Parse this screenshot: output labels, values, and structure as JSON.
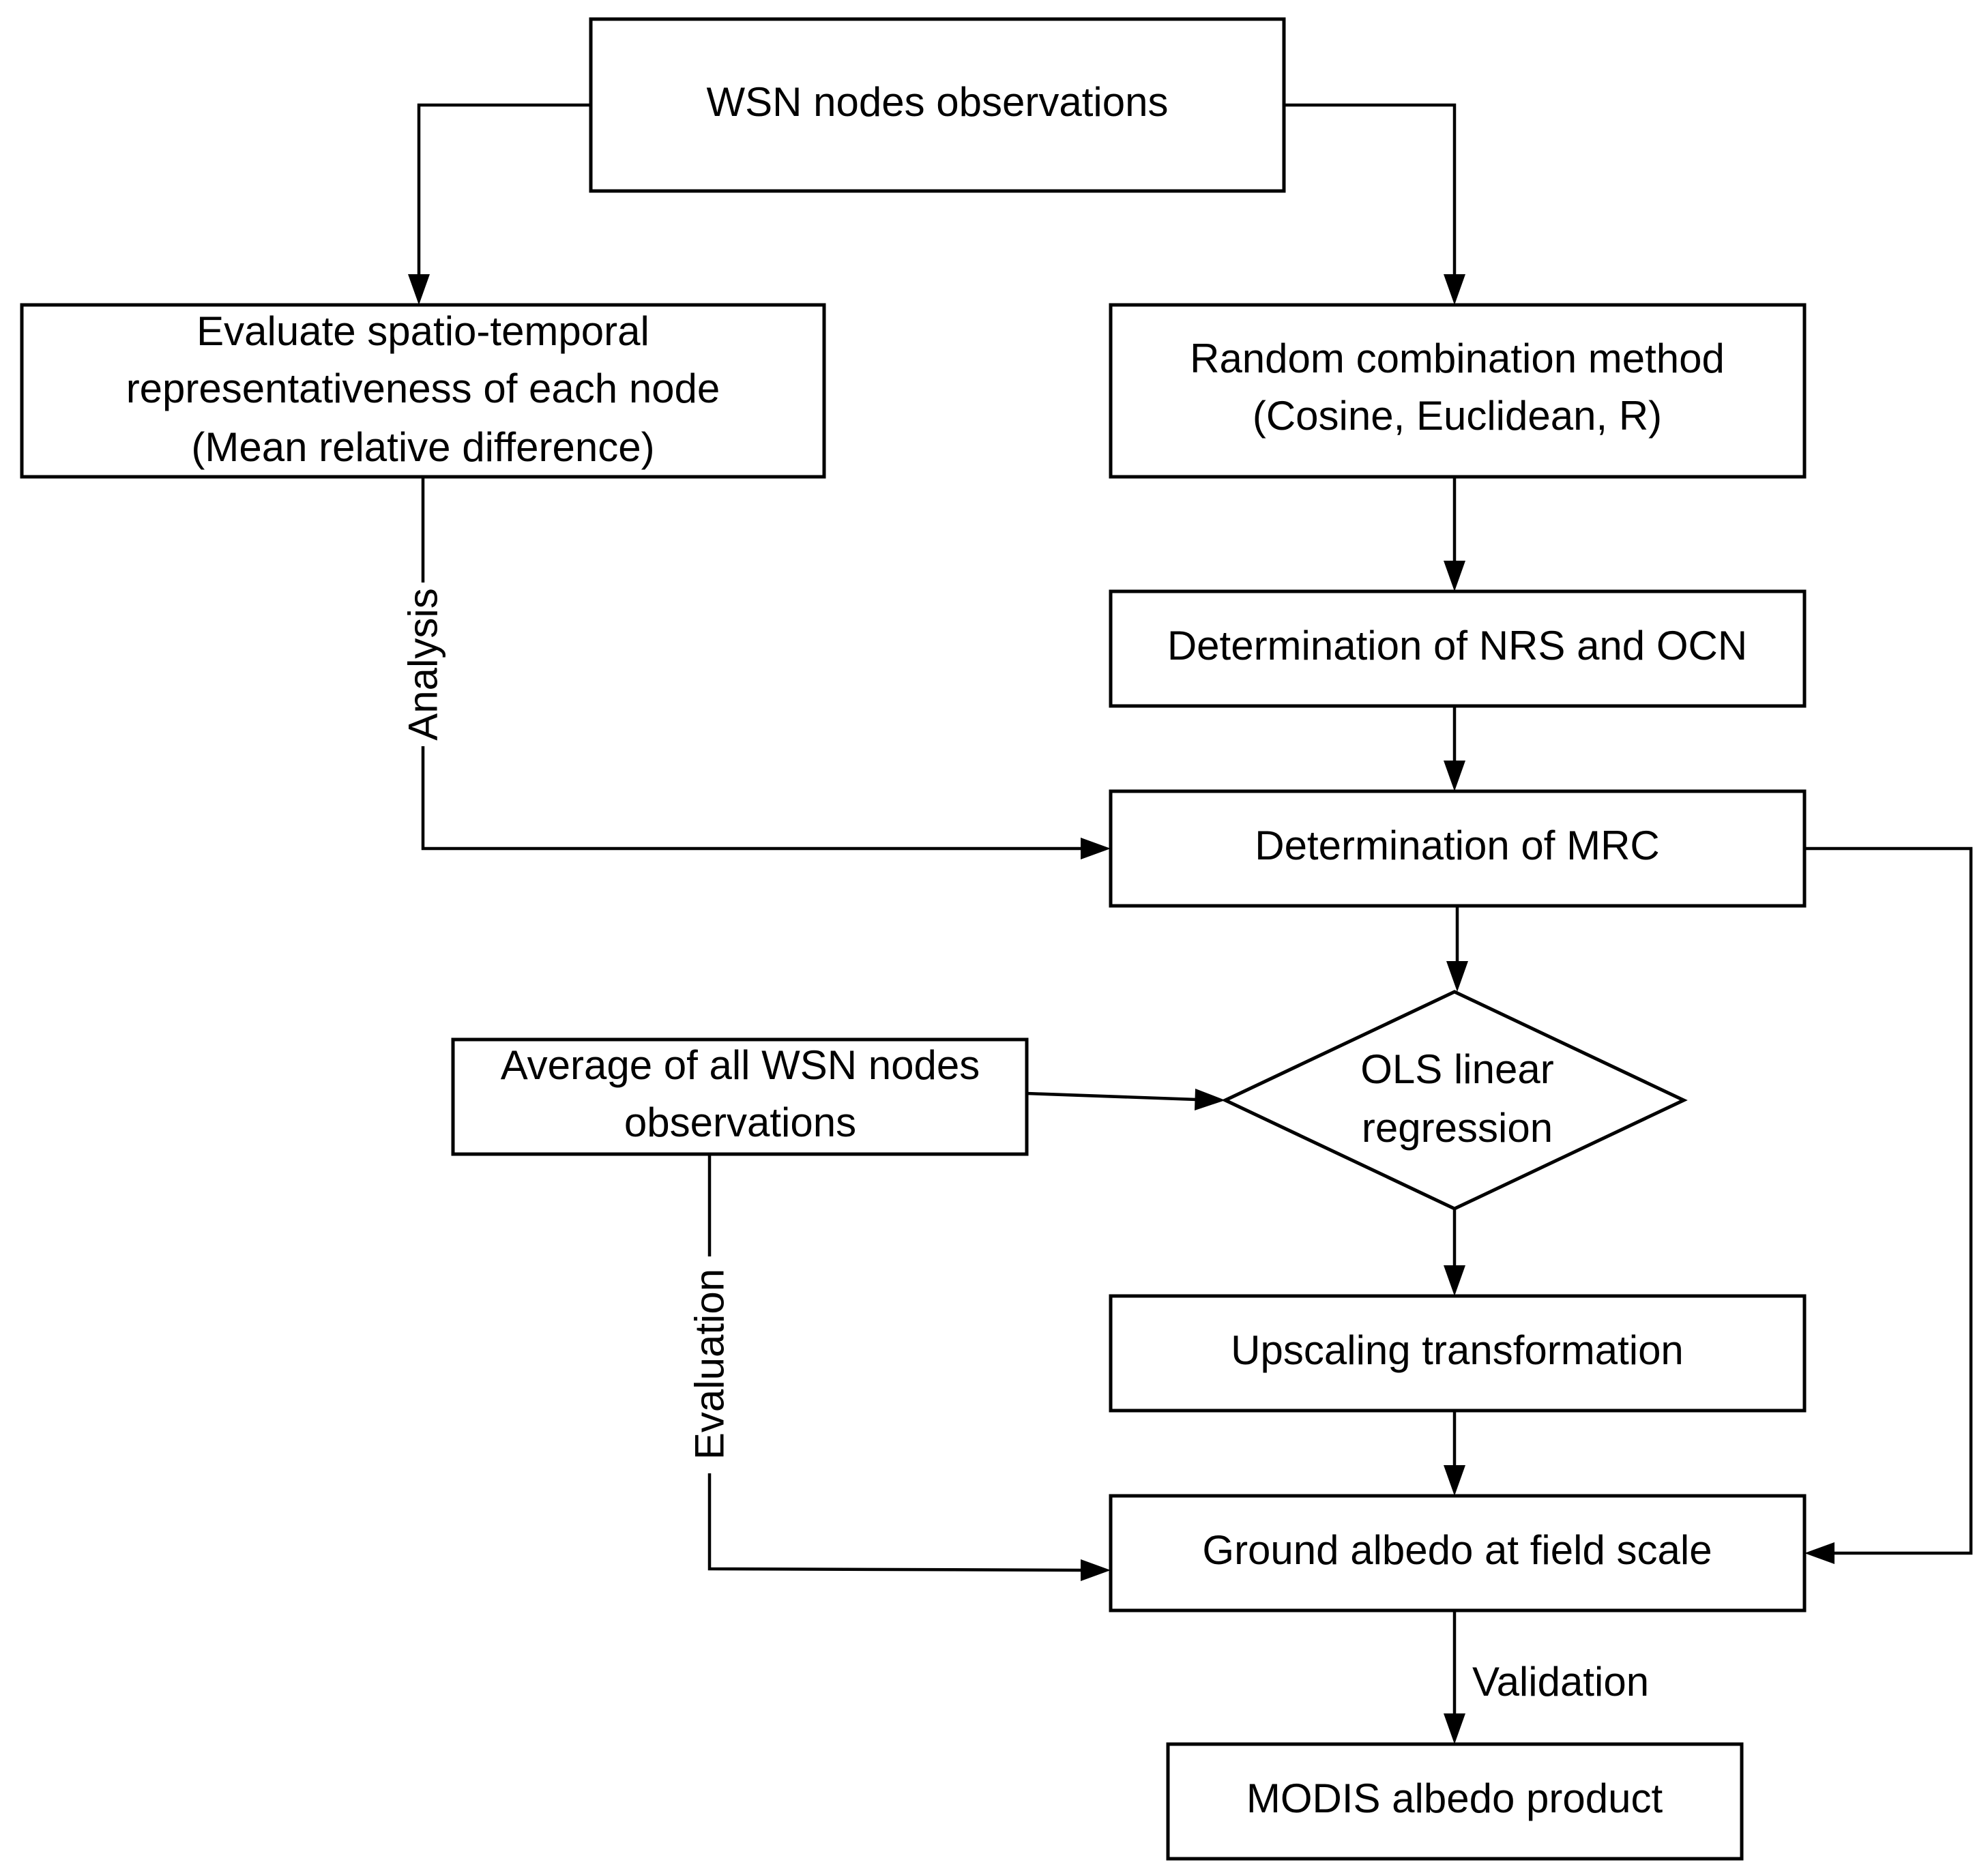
{
  "nodes": {
    "wsn_obs": "WSN nodes observations",
    "evaluate": [
      "Evaluate spatio-temporal",
      "representativeness of each node",
      "(Mean relative difference)"
    ],
    "random": [
      "Random combination method",
      "(Cosine, Euclidean, R)"
    ],
    "nrs_ocn": "Determination of NRS and OCN",
    "mrc": "Determination of MRC",
    "average": [
      "Average of all WSN nodes",
      "observations"
    ],
    "ols": [
      "OLS linear",
      "regression"
    ],
    "upscaling": "Upscaling transformation",
    "ground": "Ground albedo at field scale",
    "modis": "MODIS albedo product"
  },
  "edges": {
    "analysis": "Analysis",
    "evaluation": "Evaluation",
    "validation": "Validation"
  }
}
